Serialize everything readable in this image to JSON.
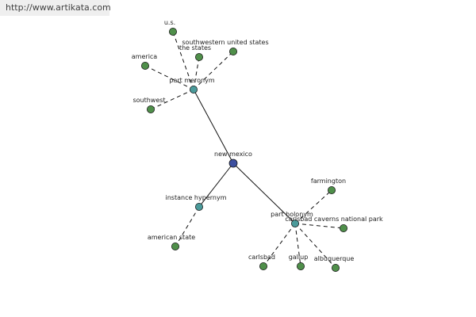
{
  "site_url": "http://www.artikata.com",
  "colors": {
    "center": "#3c4fa0",
    "relation": "#4a9a9a",
    "leaf": "#4f8f4a"
  },
  "nodes": [
    {
      "id": "center",
      "label": "new mexico",
      "kind": "center"
    },
    {
      "id": "part-meronym",
      "label": "part meronym",
      "kind": "relation"
    },
    {
      "id": "instance-hypernym",
      "label": "instance hypernym",
      "kind": "relation"
    },
    {
      "id": "part-holonym",
      "label": "part holonym",
      "kind": "relation"
    },
    {
      "id": "us",
      "label": "u.s.",
      "kind": "leaf"
    },
    {
      "id": "southwestern-united-states",
      "label": "southwestern united states",
      "kind": "leaf"
    },
    {
      "id": "the-states",
      "label": "the states",
      "kind": "leaf"
    },
    {
      "id": "america",
      "label": "america",
      "kind": "leaf"
    },
    {
      "id": "southwest",
      "label": "southwest",
      "kind": "leaf"
    },
    {
      "id": "american-state",
      "label": "american state",
      "kind": "leaf"
    },
    {
      "id": "farmington",
      "label": "farmington",
      "kind": "leaf"
    },
    {
      "id": "carlsbad-caverns-national-park",
      "label": "carlsbad caverns national park",
      "kind": "leaf"
    },
    {
      "id": "carlsbad",
      "label": "carlsbad",
      "kind": "leaf"
    },
    {
      "id": "gallup",
      "label": "gallup",
      "kind": "leaf"
    },
    {
      "id": "albuquerque",
      "label": "albuquerque",
      "kind": "leaf"
    }
  ],
  "edges": [
    {
      "from": "center",
      "to": "part-meronym",
      "style": "solid"
    },
    {
      "from": "center",
      "to": "instance-hypernym",
      "style": "solid"
    },
    {
      "from": "center",
      "to": "part-holonym",
      "style": "solid"
    },
    {
      "from": "part-meronym",
      "to": "us",
      "style": "dashed"
    },
    {
      "from": "part-meronym",
      "to": "southwestern-united-states",
      "style": "dashed"
    },
    {
      "from": "part-meronym",
      "to": "the-states",
      "style": "dashed"
    },
    {
      "from": "part-meronym",
      "to": "america",
      "style": "dashed"
    },
    {
      "from": "part-meronym",
      "to": "southwest",
      "style": "dashed"
    },
    {
      "from": "instance-hypernym",
      "to": "american-state",
      "style": "dashed"
    },
    {
      "from": "part-holonym",
      "to": "farmington",
      "style": "dashed"
    },
    {
      "from": "part-holonym",
      "to": "carlsbad-caverns-national-park",
      "style": "dashed"
    },
    {
      "from": "part-holonym",
      "to": "carlsbad",
      "style": "dashed"
    },
    {
      "from": "part-holonym",
      "to": "gallup",
      "style": "dashed"
    },
    {
      "from": "part-holonym",
      "to": "albuquerque",
      "style": "dashed"
    }
  ]
}
